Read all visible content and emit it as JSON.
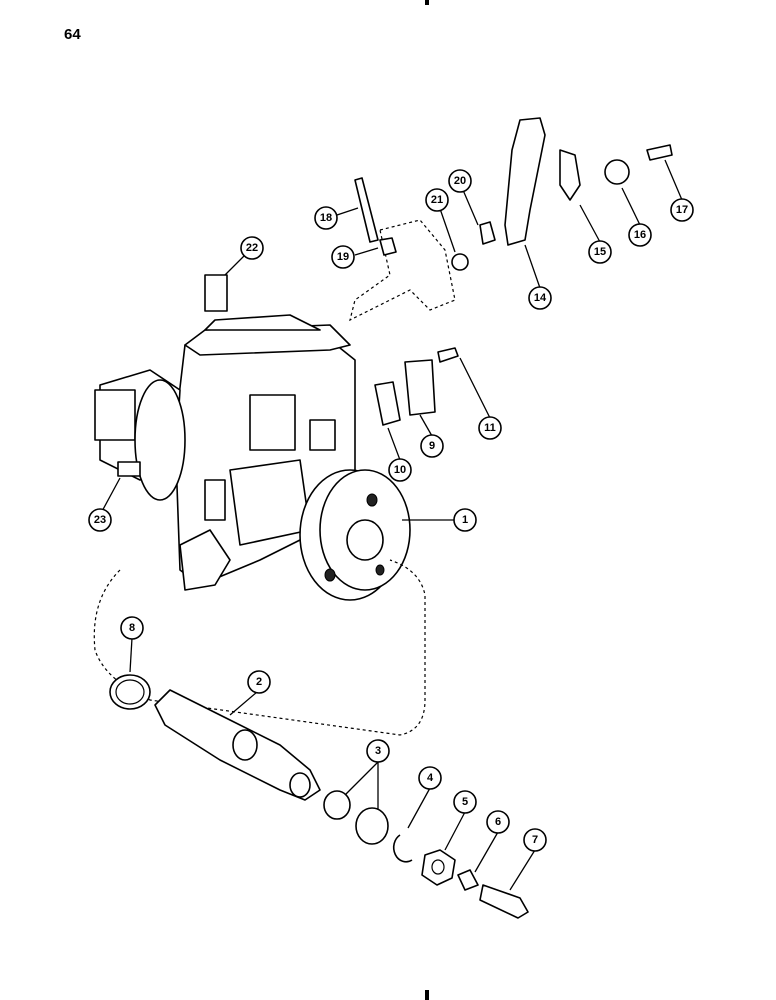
{
  "page": {
    "number": "64"
  },
  "callouts": [
    "1",
    "2",
    "3",
    "4",
    "5",
    "6",
    "7",
    "8",
    "9",
    "10",
    "11",
    "14",
    "15",
    "16",
    "17",
    "18",
    "19",
    "20",
    "21",
    "22",
    "23"
  ]
}
